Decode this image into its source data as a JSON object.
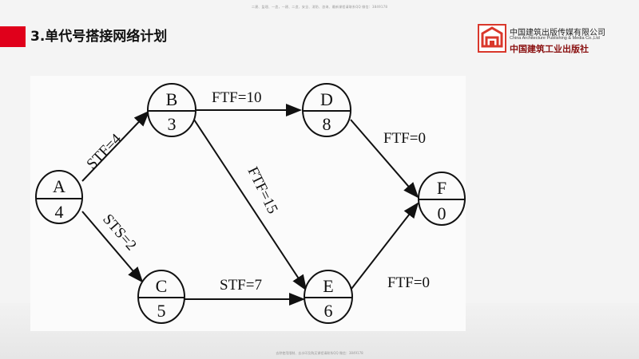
{
  "slide": {
    "top_note": "二建、监理、一造，一建、二造、安全、消防、咨询、最新课程请联系QQ 微信：3849178",
    "bottom_note": "去除使用限制、去水印及购买课程请联系QQ 微信：3849178",
    "title": "3.单代号搭接网络计划"
  },
  "logo": {
    "cn": "中国建筑出版传媒有限公司",
    "en": "China Architecture Publishing & Media Co.,Ltd",
    "cn2": "中国建筑工业出版社",
    "accent": "#e0001b"
  },
  "diagram": {
    "nodes": [
      {
        "id": "A",
        "label": "A",
        "duration": "4"
      },
      {
        "id": "B",
        "label": "B",
        "duration": "3"
      },
      {
        "id": "C",
        "label": "C",
        "duration": "5"
      },
      {
        "id": "D",
        "label": "D",
        "duration": "8"
      },
      {
        "id": "E",
        "label": "E",
        "duration": "6"
      },
      {
        "id": "F",
        "label": "F",
        "duration": "0"
      }
    ],
    "edges": [
      {
        "from": "A",
        "to": "B",
        "label": "STF=4"
      },
      {
        "from": "A",
        "to": "C",
        "label": "STS=2"
      },
      {
        "from": "B",
        "to": "D",
        "label": "FTF=10"
      },
      {
        "from": "B",
        "to": "E",
        "label": "FTF=15"
      },
      {
        "from": "C",
        "to": "E",
        "label": "STF=7"
      },
      {
        "from": "D",
        "to": "F",
        "label": "FTF=0"
      },
      {
        "from": "E",
        "to": "F",
        "label": "FTF=0"
      }
    ]
  }
}
